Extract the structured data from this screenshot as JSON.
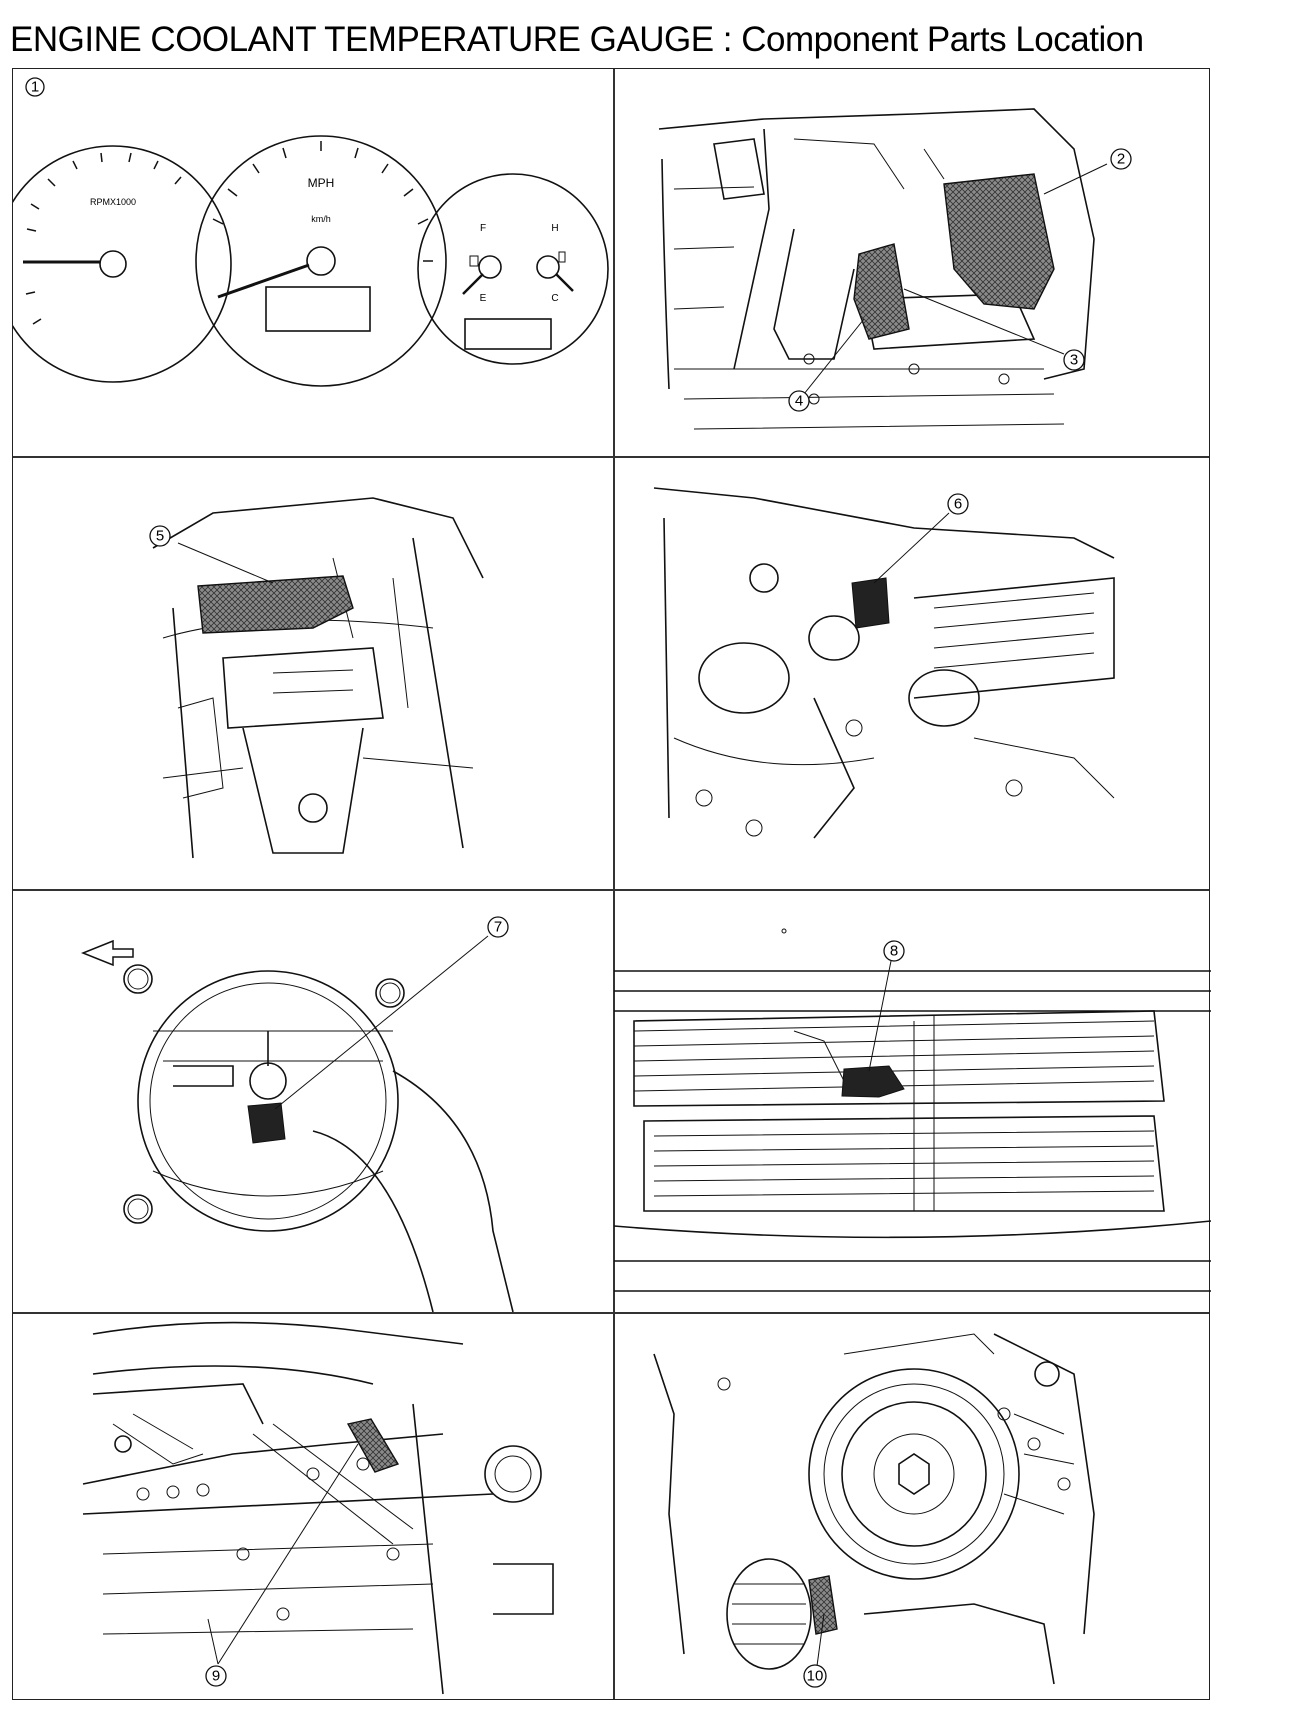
{
  "title": "ENGINE COOLANT TEMPERATURE GAUGE : Component Parts Location",
  "callouts": {
    "c1": "1",
    "c2": "2",
    "c3": "3",
    "c4": "4",
    "c5": "5",
    "c6": "6",
    "c7": "7",
    "c8": "8",
    "c9": "9",
    "c10": "10"
  },
  "gauges": {
    "tach_label": "RPMX1000",
    "speed_label": "MPH",
    "speed_sub": "km/h",
    "fuel_full": "F",
    "fuel_empty": "E",
    "temp_hot": "H",
    "temp_cold": "C"
  }
}
